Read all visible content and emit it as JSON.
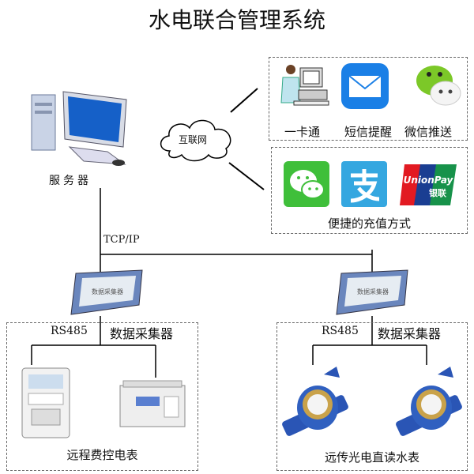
{
  "title": "水电联合管理系统",
  "server_label": "服务器",
  "internet_label": "互联网",
  "protocol_label": "TCP/IP",
  "services": {
    "items": [
      "一卡通",
      "短信提醒",
      "微信推送"
    ]
  },
  "payment": {
    "label": "便捷的充值方式",
    "unionpay_logo": "UnionPay 银联"
  },
  "left_group": {
    "bus_label": "RS485",
    "collector_label": "数据采集器",
    "device_label": "数据采集器",
    "caption": "远程费控电表"
  },
  "right_group": {
    "bus_label": "RS485",
    "collector_label": "数据采集器",
    "device_label": "数据采集器",
    "caption": "远传光电直读水表"
  },
  "colors": {
    "wechat": "#3fbf3a",
    "mail": "#1a7fe6",
    "alipay": "#35a7e0"
  }
}
